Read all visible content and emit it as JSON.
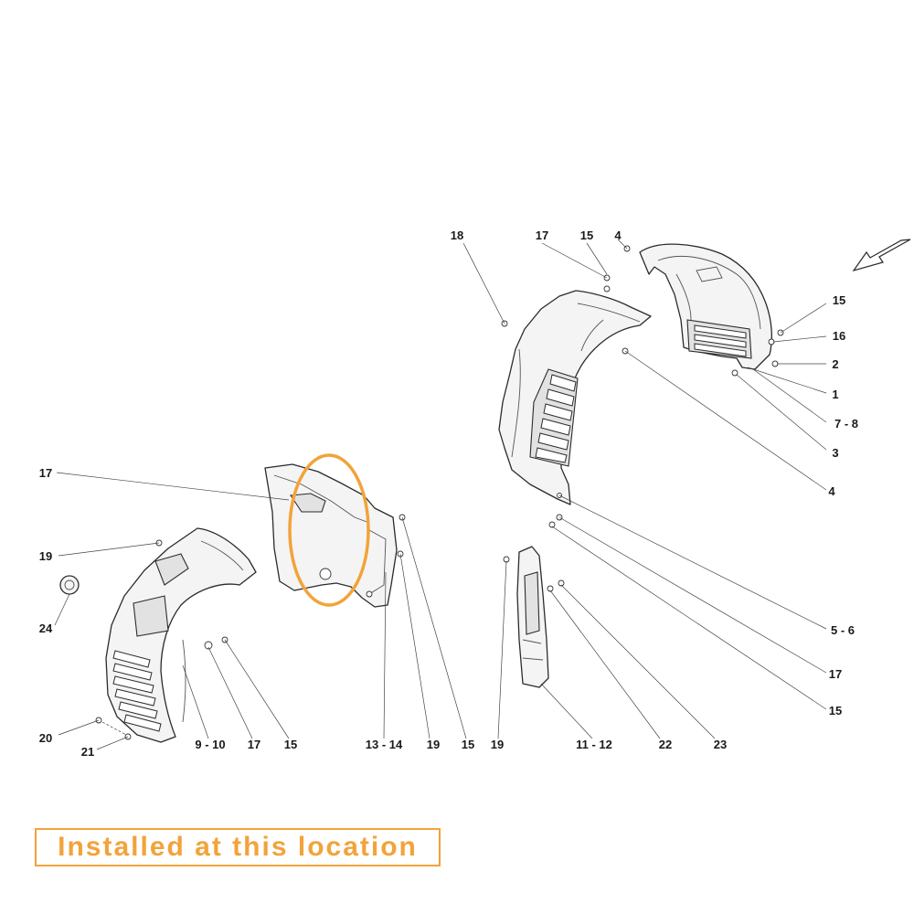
{
  "caption": "Installed at this location",
  "highlight_color": "#f2a33a",
  "labels": [
    {
      "id": "l-18",
      "text": "18"
    },
    {
      "id": "l-17a",
      "text": "17"
    },
    {
      "id": "l-15a",
      "text": "15"
    },
    {
      "id": "l-4a",
      "text": "4"
    },
    {
      "id": "l-15b",
      "text": "15"
    },
    {
      "id": "l-16",
      "text": "16"
    },
    {
      "id": "l-2",
      "text": "2"
    },
    {
      "id": "l-1",
      "text": "1"
    },
    {
      "id": "l-7-8",
      "text": "7 - 8"
    },
    {
      "id": "l-3",
      "text": "3"
    },
    {
      "id": "l-4b",
      "text": "4"
    },
    {
      "id": "l-17b",
      "text": "17"
    },
    {
      "id": "l-19a",
      "text": "19"
    },
    {
      "id": "l-24",
      "text": "24"
    },
    {
      "id": "l-5-6",
      "text": "5 - 6"
    },
    {
      "id": "l-17c",
      "text": "17"
    },
    {
      "id": "l-15c",
      "text": "15"
    },
    {
      "id": "l-20",
      "text": "20"
    },
    {
      "id": "l-21",
      "text": "21"
    },
    {
      "id": "l-9-10",
      "text": "9 - 10"
    },
    {
      "id": "l-17d",
      "text": "17"
    },
    {
      "id": "l-15d",
      "text": "15"
    },
    {
      "id": "l-13-14",
      "text": "13 - 14"
    },
    {
      "id": "l-19b",
      "text": "19"
    },
    {
      "id": "l-15e",
      "text": "15"
    },
    {
      "id": "l-19c",
      "text": "19"
    },
    {
      "id": "l-11-12",
      "text": "11 - 12"
    },
    {
      "id": "l-22",
      "text": "22"
    },
    {
      "id": "l-23",
      "text": "23"
    }
  ]
}
